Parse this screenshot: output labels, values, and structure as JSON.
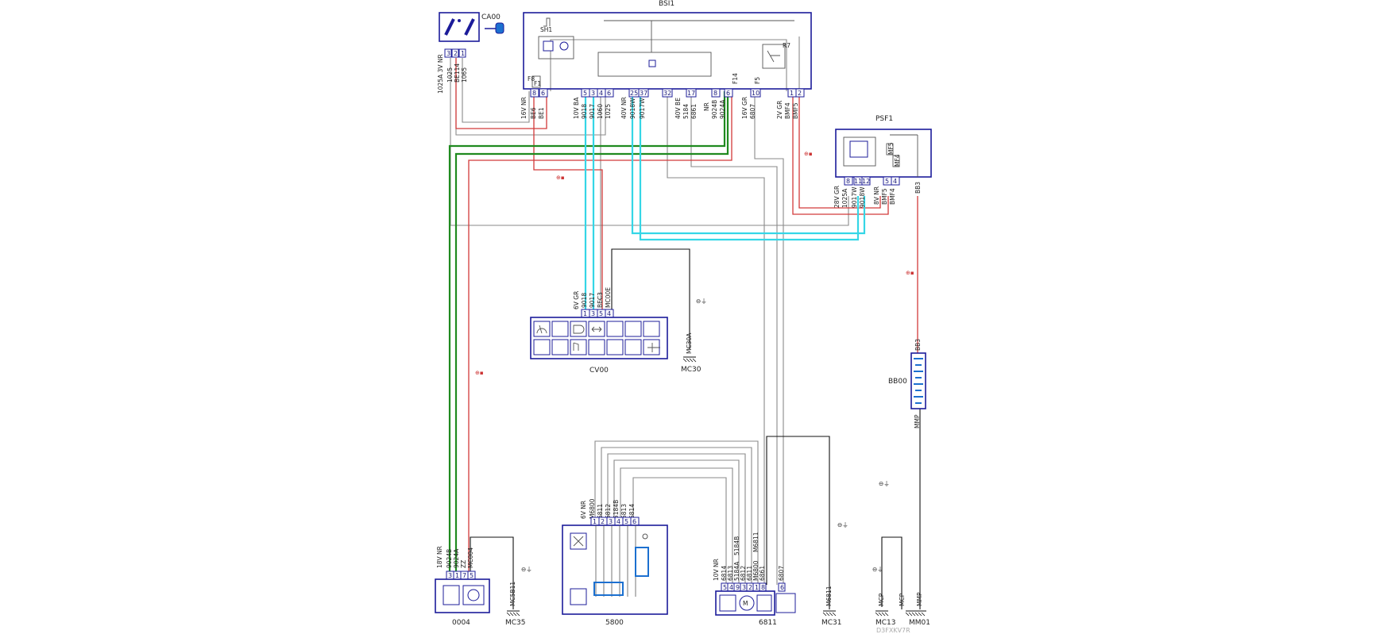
{
  "components": {
    "ca00": "CA00",
    "bsi1": "BSI1",
    "psf1": "PSF1",
    "cv00": "CV00",
    "bb00": "BB00",
    "c0004": "0004",
    "c5800": "5800",
    "c6811": "6811",
    "sh1": "SH1"
  },
  "grounds": {
    "mc30": "MC30",
    "mc35": "MC35",
    "mc31": "MC31",
    "mc13": "MC13",
    "mm01": "MM01",
    "mc30a": "MC30A",
    "mc5b11": "MC5B11",
    "m6811": "M6811",
    "mcp": "MCP",
    "mmp": "MMP"
  },
  "connectors": {
    "ca00_side": "1025A 3V NR",
    "ca00_wires": [
      "1025",
      "BE114",
      "1065"
    ],
    "ca00_pins": [
      "3",
      "2",
      "1"
    ],
    "bsi_left": "16V NR",
    "bsi_left_wires": [
      "BE6",
      "BE1"
    ],
    "bsi_left_pins": [
      "8",
      "6"
    ],
    "bsi_mid1": "10V BA",
    "bsi_mid1_wires": [
      "9018",
      "9017",
      "1060",
      "1025"
    ],
    "bsi_mid1_pins": [
      "5",
      "3",
      "4",
      "6"
    ],
    "bsi_mid2": "40V NR",
    "bsi_mid2_wires": [
      "9018W",
      "9017W"
    ],
    "bsi_mid2_pins": [
      "25",
      "37"
    ],
    "bsi_mid3": "40V BE",
    "bsi_mid3_wires": [
      "5184",
      "6861"
    ],
    "bsi_mid3_pins": [
      "32",
      "17"
    ],
    "bsi_mid4": "NR",
    "bsi_mid4_wires": [
      "9024B",
      "9024A"
    ],
    "bsi_mid4_pins": [
      "8",
      "6"
    ],
    "bsi_gr": "16V GR",
    "bsi_gr_wire": "6807",
    "bsi_gr_pin": "10",
    "bsi_right": "2V GR",
    "bsi_right_wires": [
      "BMF4",
      "BMF5"
    ],
    "bsi_right_pins": [
      "1",
      "2"
    ],
    "psf_left": "28V GR",
    "psf_left_wires": [
      "1025A",
      "9017W",
      "9018W"
    ],
    "psf_left_pins": [
      "8",
      "11",
      "12"
    ],
    "psf_mid": "8V NR",
    "psf_mid_wires": [
      "BMF5",
      "BMF4"
    ],
    "psf_mid_pins": [
      "5",
      "4"
    ],
    "psf_right_wire": "BB3",
    "cv00_top": "6V GR",
    "cv00_wires": [
      "9018",
      "9017",
      "BEC3",
      "MC00E"
    ],
    "cv00_pins": [
      "1",
      "3",
      "5",
      "4"
    ],
    "c0004_top": "18V NR",
    "c0004_wires": [
      "9024B",
      "9024A",
      "ZZ",
      "MC004"
    ],
    "c0004_pins": [
      "3",
      "1",
      "7",
      "5"
    ],
    "c5800_top": "6V NR",
    "c5800_wires": [
      "M6800",
      "6811",
      "6812",
      "5184B",
      "6813",
      "6814"
    ],
    "c5800_pins": [
      "1",
      "2",
      "3",
      "4",
      "5",
      "6"
    ],
    "c6811_top": "10V NR",
    "c6811_wires": [
      "6814",
      "6813",
      "5184A",
      "5184B",
      "6812",
      "6811",
      "M6800",
      "M6811",
      "6861",
      "6807"
    ],
    "c6811_pins": [
      "5",
      "4",
      "9",
      "3",
      "2",
      "1",
      "8",
      "6"
    ],
    "bb00_wire_top": "BB3",
    "bb00_wire_bot": "MMP",
    "fuses": [
      "F8",
      "F1",
      "F14",
      "F5"
    ],
    "relay_pins": [
      "R7",
      "MF5",
      "MF4"
    ]
  },
  "watermark": "D3FXKV7R"
}
